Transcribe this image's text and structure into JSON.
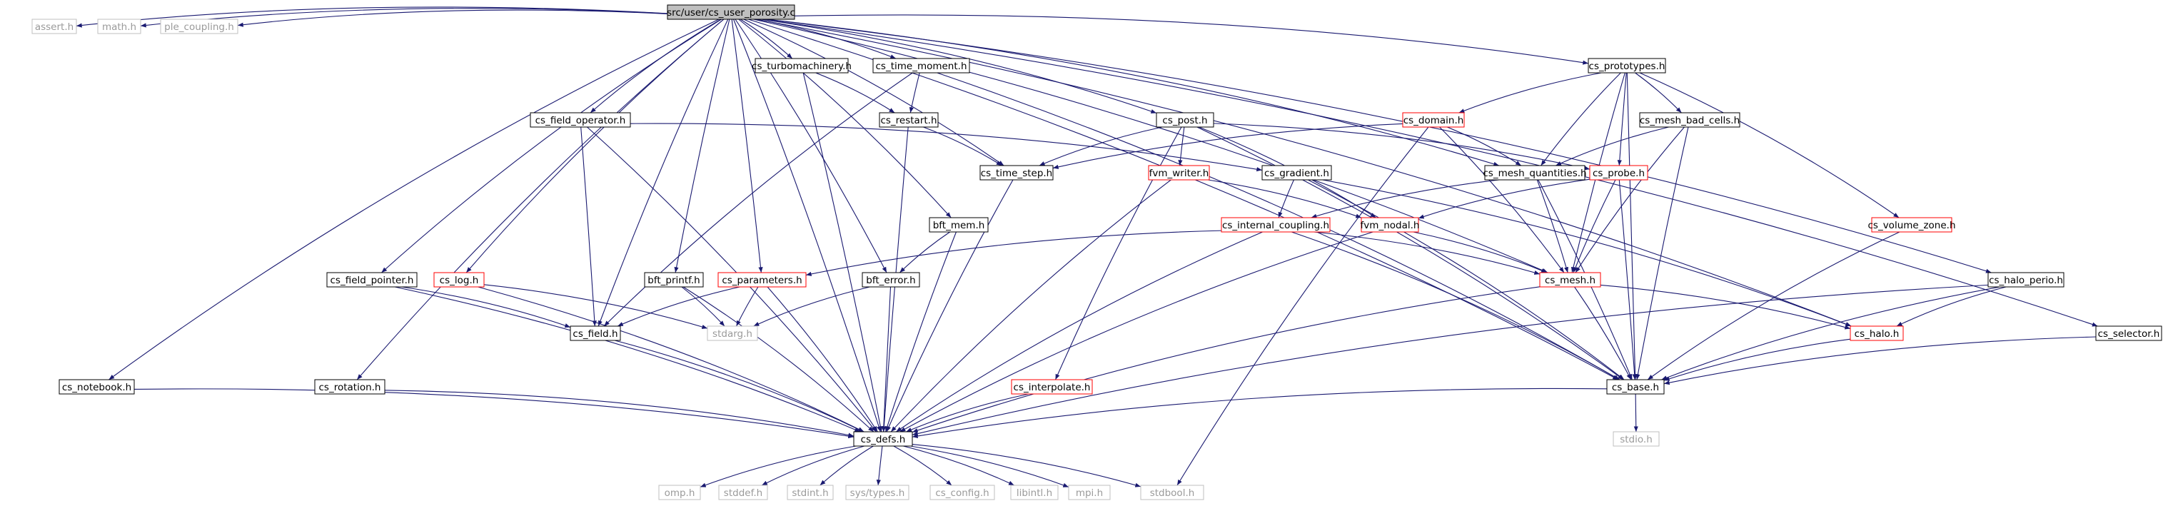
{
  "root": {
    "label": "src/user/cs_user_porosity.c"
  },
  "colors": {
    "root_fill": "#bfbfbf",
    "normal_border": "#000000",
    "linked_border": "#ff0000",
    "external_border": "#bfbfbf",
    "edge": "#191970",
    "external_text": "#9a9a9a"
  },
  "nodes": [
    {
      "id": "root",
      "label": "src/user/cs_user_porosity.c",
      "kind": "root"
    },
    {
      "id": "assert",
      "label": "assert.h",
      "kind": "external"
    },
    {
      "id": "math",
      "label": "math.h",
      "kind": "external"
    },
    {
      "id": "ple_coupling",
      "label": "ple_coupling.h",
      "kind": "external"
    },
    {
      "id": "cs_turbomachinery",
      "label": "cs_turbomachinery.h",
      "kind": "normal"
    },
    {
      "id": "cs_time_moment",
      "label": "cs_time_moment.h",
      "kind": "normal"
    },
    {
      "id": "cs_prototypes",
      "label": "cs_prototypes.h",
      "kind": "normal"
    },
    {
      "id": "cs_field_operator",
      "label": "cs_field_operator.h",
      "kind": "normal"
    },
    {
      "id": "cs_restart",
      "label": "cs_restart.h",
      "kind": "normal"
    },
    {
      "id": "cs_post",
      "label": "cs_post.h",
      "kind": "normal"
    },
    {
      "id": "cs_domain",
      "label": "cs_domain.h",
      "kind": "linked"
    },
    {
      "id": "cs_mesh_bad_cells",
      "label": "cs_mesh_bad_cells.h",
      "kind": "normal"
    },
    {
      "id": "cs_time_step",
      "label": "cs_time_step.h",
      "kind": "normal"
    },
    {
      "id": "fvm_writer",
      "label": "fvm_writer.h",
      "kind": "linked"
    },
    {
      "id": "cs_gradient",
      "label": "cs_gradient.h",
      "kind": "normal"
    },
    {
      "id": "cs_mesh_quantities",
      "label": "cs_mesh_quantities.h",
      "kind": "normal"
    },
    {
      "id": "cs_probe",
      "label": "cs_probe.h",
      "kind": "linked"
    },
    {
      "id": "bft_mem",
      "label": "bft_mem.h",
      "kind": "normal"
    },
    {
      "id": "cs_internal_coupling",
      "label": "cs_internal_coupling.h",
      "kind": "linked"
    },
    {
      "id": "fvm_nodal",
      "label": "fvm_nodal.h",
      "kind": "linked"
    },
    {
      "id": "cs_volume_zone",
      "label": "cs_volume_zone.h",
      "kind": "linked"
    },
    {
      "id": "cs_field_pointer",
      "label": "cs_field_pointer.h",
      "kind": "normal"
    },
    {
      "id": "cs_log",
      "label": "cs_log.h",
      "kind": "linked"
    },
    {
      "id": "bft_printf",
      "label": "bft_printf.h",
      "kind": "normal"
    },
    {
      "id": "cs_parameters",
      "label": "cs_parameters.h",
      "kind": "linked"
    },
    {
      "id": "bft_error",
      "label": "bft_error.h",
      "kind": "normal"
    },
    {
      "id": "cs_mesh",
      "label": "cs_mesh.h",
      "kind": "linked"
    },
    {
      "id": "cs_halo_perio",
      "label": "cs_halo_perio.h",
      "kind": "normal"
    },
    {
      "id": "cs_field",
      "label": "cs_field.h",
      "kind": "normal"
    },
    {
      "id": "stdarg",
      "label": "stdarg.h",
      "kind": "external"
    },
    {
      "id": "cs_halo",
      "label": "cs_halo.h",
      "kind": "linked"
    },
    {
      "id": "cs_selector",
      "label": "cs_selector.h",
      "kind": "normal"
    },
    {
      "id": "cs_notebook",
      "label": "cs_notebook.h",
      "kind": "normal"
    },
    {
      "id": "cs_rotation",
      "label": "cs_rotation.h",
      "kind": "normal"
    },
    {
      "id": "cs_interpolate",
      "label": "cs_interpolate.h",
      "kind": "linked"
    },
    {
      "id": "cs_base",
      "label": "cs_base.h",
      "kind": "normal"
    },
    {
      "id": "cs_defs",
      "label": "cs_defs.h",
      "kind": "normal"
    },
    {
      "id": "stdio",
      "label": "stdio.h",
      "kind": "external"
    },
    {
      "id": "omp",
      "label": "omp.h",
      "kind": "external"
    },
    {
      "id": "stddef",
      "label": "stddef.h",
      "kind": "external"
    },
    {
      "id": "stdint",
      "label": "stdint.h",
      "kind": "external"
    },
    {
      "id": "sys_types",
      "label": "sys/types.h",
      "kind": "external"
    },
    {
      "id": "cs_config",
      "label": "cs_config.h",
      "kind": "external"
    },
    {
      "id": "libintl",
      "label": "libintl.h",
      "kind": "external"
    },
    {
      "id": "mpi",
      "label": "mpi.h",
      "kind": "external"
    },
    {
      "id": "stdbool",
      "label": "stdbool.h",
      "kind": "external"
    }
  ],
  "edges": [
    [
      "root",
      "assert"
    ],
    [
      "root",
      "math"
    ],
    [
      "root",
      "ple_coupling"
    ],
    [
      "root",
      "cs_turbomachinery"
    ],
    [
      "root",
      "cs_time_moment"
    ],
    [
      "root",
      "cs_prototypes"
    ],
    [
      "root",
      "cs_field_operator"
    ],
    [
      "root",
      "cs_post"
    ],
    [
      "root",
      "cs_time_step"
    ],
    [
      "root",
      "bft_mem"
    ],
    [
      "root",
      "cs_mesh_quantities"
    ],
    [
      "root",
      "cs_mesh"
    ],
    [
      "root",
      "cs_halo"
    ],
    [
      "root",
      "cs_halo_perio"
    ],
    [
      "root",
      "cs_selector"
    ],
    [
      "root",
      "cs_notebook"
    ],
    [
      "root",
      "cs_rotation"
    ],
    [
      "root",
      "cs_field_pointer"
    ],
    [
      "root",
      "cs_log"
    ],
    [
      "root",
      "bft_printf"
    ],
    [
      "root",
      "cs_parameters"
    ],
    [
      "root",
      "bft_error"
    ],
    [
      "root",
      "cs_field"
    ],
    [
      "root",
      "cs_defs"
    ],
    [
      "root",
      "cs_base"
    ],
    [
      "cs_turbomachinery",
      "cs_restart"
    ],
    [
      "cs_turbomachinery",
      "cs_defs"
    ],
    [
      "cs_time_moment",
      "cs_restart"
    ],
    [
      "cs_time_moment",
      "cs_field"
    ],
    [
      "cs_time_moment",
      "cs_base"
    ],
    [
      "cs_restart",
      "cs_time_step"
    ],
    [
      "cs_restart",
      "cs_defs"
    ],
    [
      "cs_field_operator",
      "cs_gradient"
    ],
    [
      "cs_field_operator",
      "cs_field"
    ],
    [
      "cs_field_operator",
      "cs_defs"
    ],
    [
      "cs_post",
      "cs_time_step"
    ],
    [
      "cs_post",
      "fvm_writer"
    ],
    [
      "cs_post",
      "fvm_nodal"
    ],
    [
      "cs_post",
      "cs_probe"
    ],
    [
      "cs_post",
      "cs_interpolate"
    ],
    [
      "cs_post",
      "cs_base"
    ],
    [
      "cs_prototypes",
      "cs_domain"
    ],
    [
      "cs_prototypes",
      "cs_mesh_bad_cells"
    ],
    [
      "cs_prototypes",
      "cs_mesh_quantities"
    ],
    [
      "cs_prototypes",
      "cs_probe"
    ],
    [
      "cs_prototypes",
      "cs_volume_zone"
    ],
    [
      "cs_prototypes",
      "cs_mesh"
    ],
    [
      "cs_prototypes",
      "cs_base"
    ],
    [
      "cs_domain",
      "cs_time_step"
    ],
    [
      "cs_domain",
      "cs_mesh_quantities"
    ],
    [
      "cs_domain",
      "cs_mesh"
    ],
    [
      "cs_domain",
      "stdbool"
    ],
    [
      "cs_mesh_bad_cells",
      "cs_mesh_quantities"
    ],
    [
      "cs_mesh_bad_cells",
      "cs_mesh"
    ],
    [
      "cs_mesh_bad_cells",
      "cs_base"
    ],
    [
      "cs_time_step",
      "cs_defs"
    ],
    [
      "fvm_writer",
      "fvm_nodal"
    ],
    [
      "fvm_writer",
      "cs_defs"
    ],
    [
      "cs_gradient",
      "cs_internal_coupling"
    ],
    [
      "cs_gradient",
      "cs_halo"
    ],
    [
      "cs_gradient",
      "cs_base"
    ],
    [
      "cs_mesh_quantities",
      "cs_internal_coupling"
    ],
    [
      "cs_mesh_quantities",
      "cs_mesh"
    ],
    [
      "cs_mesh_quantities",
      "cs_base"
    ],
    [
      "cs_probe",
      "fvm_nodal"
    ],
    [
      "cs_probe",
      "cs_mesh"
    ],
    [
      "cs_probe",
      "cs_base"
    ],
    [
      "bft_mem",
      "bft_error"
    ],
    [
      "bft_mem",
      "cs_defs"
    ],
    [
      "cs_internal_coupling",
      "cs_parameters"
    ],
    [
      "cs_internal_coupling",
      "cs_mesh"
    ],
    [
      "cs_internal_coupling",
      "cs_defs"
    ],
    [
      "cs_internal_coupling",
      "cs_base"
    ],
    [
      "fvm_nodal",
      "cs_mesh"
    ],
    [
      "fvm_nodal",
      "cs_defs"
    ],
    [
      "cs_volume_zone",
      "cs_base"
    ],
    [
      "cs_field_pointer",
      "cs_field"
    ],
    [
      "cs_field_pointer",
      "cs_defs"
    ],
    [
      "cs_log",
      "stdarg"
    ],
    [
      "cs_log",
      "cs_defs"
    ],
    [
      "bft_printf",
      "stdarg"
    ],
    [
      "bft_printf",
      "cs_defs"
    ],
    [
      "cs_parameters",
      "cs_field"
    ],
    [
      "cs_parameters",
      "stdarg"
    ],
    [
      "cs_parameters",
      "cs_defs"
    ],
    [
      "bft_error",
      "stdarg"
    ],
    [
      "bft_error",
      "cs_defs"
    ],
    [
      "cs_mesh",
      "cs_halo"
    ],
    [
      "cs_mesh",
      "cs_base"
    ],
    [
      "cs_mesh",
      "cs_defs"
    ],
    [
      "cs_halo_perio",
      "cs_halo"
    ],
    [
      "cs_halo_perio",
      "cs_base"
    ],
    [
      "cs_halo_perio",
      "cs_defs"
    ],
    [
      "cs_halo",
      "cs_base"
    ],
    [
      "cs_selector",
      "cs_base"
    ],
    [
      "cs_field",
      "cs_defs"
    ],
    [
      "cs_notebook",
      "cs_defs"
    ],
    [
      "cs_rotation",
      "cs_defs"
    ],
    [
      "cs_interpolate",
      "cs_defs"
    ],
    [
      "cs_base",
      "cs_defs"
    ],
    [
      "cs_base",
      "stdio"
    ],
    [
      "cs_defs",
      "omp"
    ],
    [
      "cs_defs",
      "stddef"
    ],
    [
      "cs_defs",
      "stdint"
    ],
    [
      "cs_defs",
      "sys_types"
    ],
    [
      "cs_defs",
      "cs_config"
    ],
    [
      "cs_defs",
      "libintl"
    ],
    [
      "cs_defs",
      "mpi"
    ],
    [
      "cs_defs",
      "stdbool"
    ]
  ]
}
